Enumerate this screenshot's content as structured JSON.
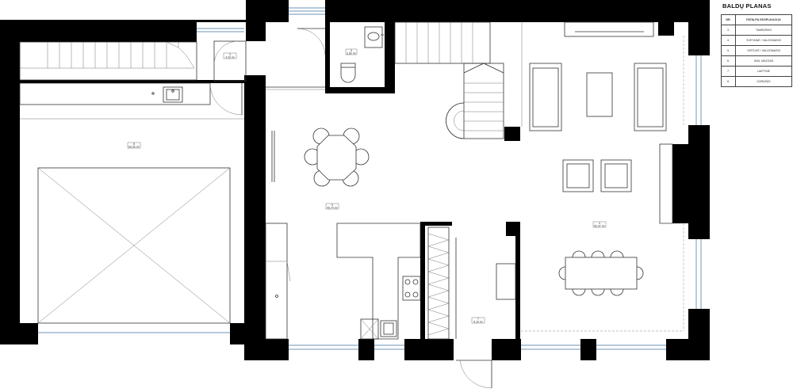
{
  "legend": {
    "title": "BALDŲ PLANAS",
    "headers": {
      "no": "NR.",
      "name": "PATALPŲ EKSPLIKACIJA"
    },
    "rows": [
      {
        "no": "3.",
        "name": "TAMBORAS"
      },
      {
        "no": "4.",
        "name": "SVETAINĖ / VALGOMASIS"
      },
      {
        "no": "5.",
        "name": "VIRTUVĖ / VALGOMASIS"
      },
      {
        "no": "6.",
        "name": "SAN. MAZGAS"
      },
      {
        "no": "7.",
        "name": "LAIPTINĖ"
      },
      {
        "no": "8.",
        "name": "GARAŽAS"
      }
    ]
  },
  "room_tags": [
    {
      "id": "garage",
      "no": "8",
      "area": "60.00 m²"
    },
    {
      "id": "entry-closet",
      "no": "3",
      "area": "4.20 m²"
    },
    {
      "id": "wc",
      "no": "6",
      "area": "2.80 m²"
    },
    {
      "id": "kitchen",
      "no": "5",
      "area": "40.74 m²"
    },
    {
      "id": "living",
      "no": "4",
      "area": "52.47 m²"
    },
    {
      "id": "stair-hall",
      "no": "7",
      "area": "5.10 m²"
    }
  ]
}
